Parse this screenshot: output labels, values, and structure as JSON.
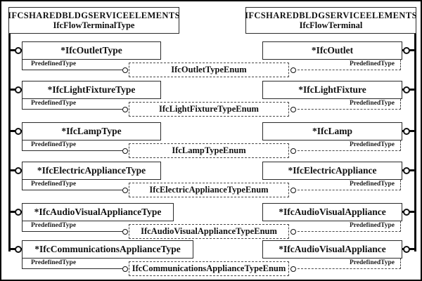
{
  "diagram": {
    "schema_left": {
      "line1": "IFCSHAREDBLDGSERVICEELEMENTS",
      "line2": "IfcFlowTerminalType"
    },
    "schema_right": {
      "line1": "IFCSHAREDBLDGSERVICEELEMENTS",
      "line2": "IfcFlowTerminal"
    },
    "attribute_label": "PredefinedType",
    "rows": [
      {
        "left": "*IfcOutletType",
        "enum": "IfcOutletTypeEnum",
        "right": "*IfcOutlet"
      },
      {
        "left": "*IfcLightFixtureType",
        "enum": "IfcLightFixtureTypeEnum",
        "right": "*IfcLightFixture"
      },
      {
        "left": "*IfcLampType",
        "enum": "IfcLampTypeEnum",
        "right": "*IfcLamp"
      },
      {
        "left": "*IfcElectricApplianceType",
        "enum": "IfcElectricApplianceTypeEnum",
        "right": "*IfcElectricAppliance"
      },
      {
        "left": "*IfcAudioVisualApplianceType",
        "enum": "IfcAudioVisualApplianceTypeEnum",
        "right": "*IfcAudioVisualAppliance"
      },
      {
        "left": "*IfcCommunicationsApplianceType",
        "enum": "IfcCommunicationsApplianceTypeEnum",
        "right": "*IfcAudioVisualAppliance"
      }
    ],
    "colors": {
      "line": "#0a0a0a",
      "box_border": "#2a2a2a",
      "dash": "#4a4a4a",
      "background": "#ffffff",
      "text": "#111111"
    }
  }
}
